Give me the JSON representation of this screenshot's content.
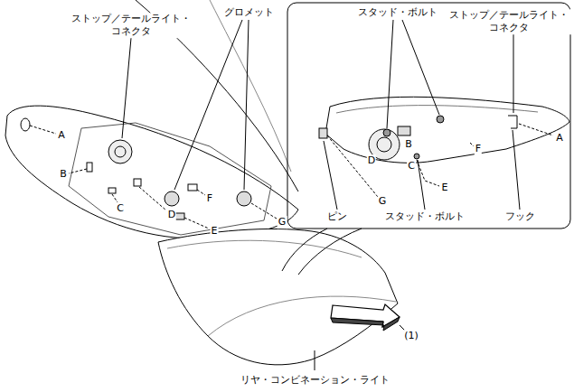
{
  "diagram": {
    "labels": [
      "ストップ／テールライト・コネクタ",
      "グロメット",
      "A",
      "B",
      "C",
      "D",
      "E",
      "F",
      "G",
      "スタッド・ボルト",
      "ストップ／テールライト・コネクタ",
      "A",
      "B",
      "C",
      "D",
      "E",
      "F",
      "G",
      "ピン",
      "スタッド・ボルト",
      "フック",
      "(1)",
      "リヤ・コンビネーション・ライト"
    ]
  }
}
